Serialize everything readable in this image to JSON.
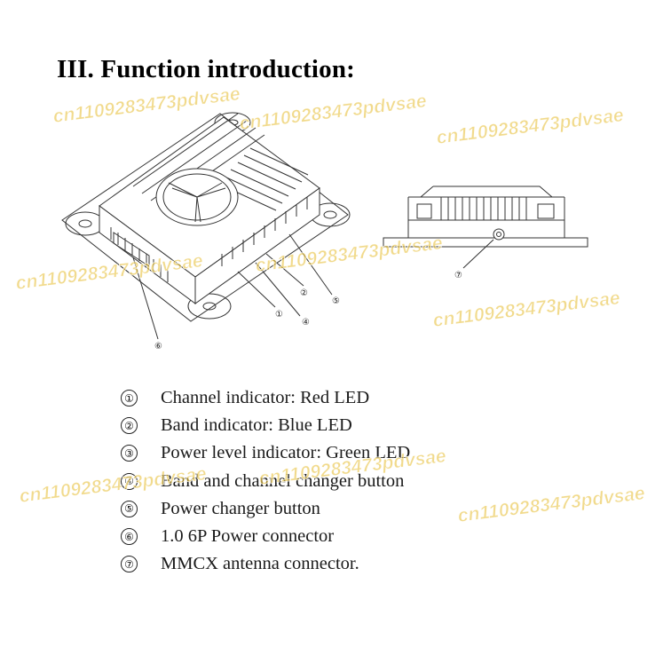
{
  "heading": "III. Function introduction:",
  "figure": {
    "main_callouts": [
      "①",
      "②",
      "④",
      "⑤",
      "⑥"
    ],
    "side_callout": "⑦"
  },
  "legend": [
    {
      "num": "①",
      "text": "Channel indicator: Red LED"
    },
    {
      "num": "②",
      "text": "Band indicator: Blue LED"
    },
    {
      "num": "③",
      "text": "Power level indicator: Green LED"
    },
    {
      "num": "④",
      "text": "Band and channel changer button"
    },
    {
      "num": "⑤",
      "text": "Power changer button"
    },
    {
      "num": "⑥",
      "text": "1.0 6P Power connector"
    },
    {
      "num": "⑦",
      "text": "MMCX antenna connector."
    }
  ],
  "watermark": "cn1109283473pdvsae",
  "colors": {
    "watermark": "#e8c446",
    "line": "#333333",
    "text": "#1a1a1a"
  }
}
